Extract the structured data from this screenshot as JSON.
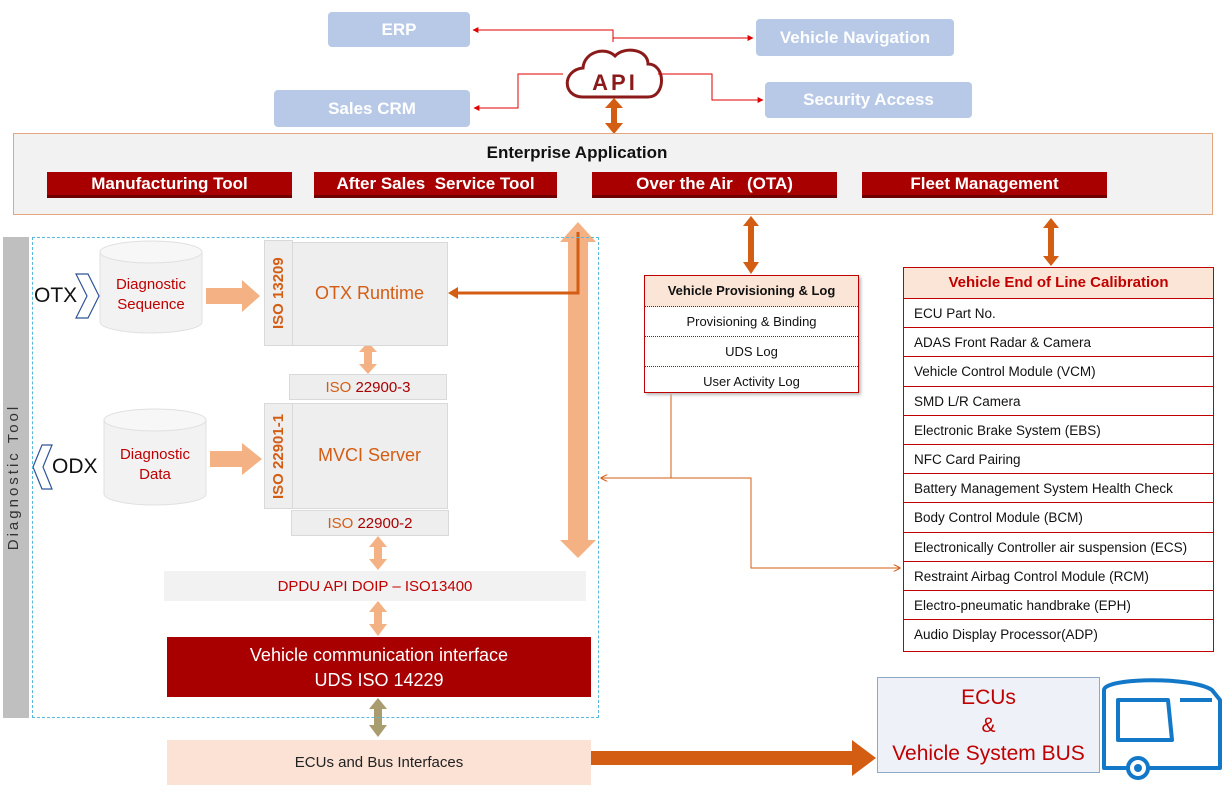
{
  "top": {
    "erp": "ERP",
    "vehicle_navigation": "Vehicle Navigation",
    "sales_crm": "Sales CRM",
    "security_access": "Security Access",
    "api": "API"
  },
  "enterprise": {
    "title": "Enterprise Application",
    "modules": [
      "Manufacturing Tool",
      "After Sales  Service Tool",
      "Over the Air   (OTA)",
      "Fleet Management"
    ]
  },
  "diagnostic_tool": {
    "label": "Diagnostic Tool",
    "otx": "OTX",
    "odx": "ODX",
    "diag_sequence": [
      "Diagnostic",
      "Sequence"
    ],
    "diag_data": [
      "Diagnostic",
      "Data"
    ],
    "iso_13209": "ISO 13209",
    "otx_runtime": "OTX Runtime",
    "iso_22900_3_prefix": "ISO ",
    "iso_22900_3_num": "22900-3",
    "iso_22901_1": "ISO 22901-1",
    "mvci_server": "MVCI Server",
    "iso_22900_2_prefix": "ISO ",
    "iso_22900_2_num": "22900-2",
    "dpdu": "DPDU API DOIP – ISO13400",
    "vci_line1": "Vehicle communication interface",
    "vci_line2": "UDS ISO 14229"
  },
  "ecu_bus_interfaces": "ECUs and Bus Interfaces",
  "ecus_box": [
    "ECUs",
    "&",
    "Vehicle System BUS"
  ],
  "provisioning": {
    "title": "Vehicle Provisioning & Log",
    "rows": [
      "Provisioning & Binding",
      "UDS Log",
      "User Activity Log"
    ]
  },
  "eol": {
    "title": "Vehicle End of Line Calibration",
    "rows": [
      "ECU Part No.",
      "ADAS Front Radar & Camera",
      "Vehicle Control Module (VCM)",
      "SMD L/R Camera",
      "Electronic Brake System (EBS)",
      "NFC Card Pairing",
      "Battery Management System Health Check",
      "Body Control Module (BCM)",
      "Electronically Controller air suspension (ECS)",
      "Restraint Airbag Control Module (RCM)",
      "Electro-pneumatic handbrake (EPH)",
      "Audio Display Processor(ADP)"
    ]
  },
  "colors": {
    "dark_red": "#a80000",
    "orange": "#d45d14",
    "light_orange": "#f4b183",
    "light_blue": "#b7c9e6",
    "arrow_red": "#e00000"
  }
}
